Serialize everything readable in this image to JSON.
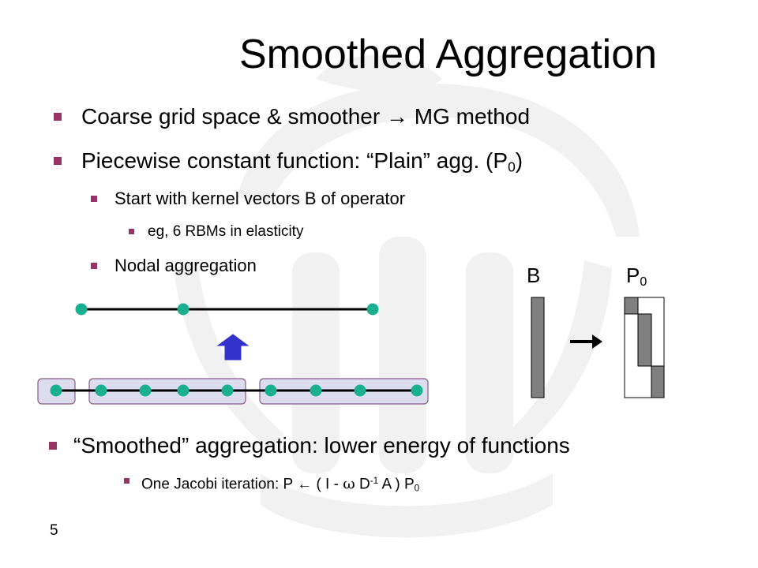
{
  "slide": {
    "title": "Smoothed Aggregation",
    "page_number": "5",
    "bullets": {
      "b1_text": "Coarse grid space & smoother",
      "b1_arrow": "→",
      "b1_tail": "MG method",
      "b2_text": "Piecewise constant function: “Plain” agg. (P",
      "b2_sub": "0",
      "b2_tail": ")",
      "b2a": "Start with kernel vectors B of operator",
      "b2a_i": "eg, 6 RBMs in elasticity",
      "b2b": "Nodal aggregation",
      "b3": "“Smoothed” aggregation: lower energy of functions",
      "b3a_pre": "One Jacobi iteration: P",
      "b3a_arrow": "←",
      "b3a_mid": "( I -",
      "b3a_omega": "ω",
      "b3a_d": "D",
      "b3a_sup": "-1",
      "b3a_post": "A ) P",
      "b3a_sub": "0"
    },
    "diagram": {
      "label_B": "B",
      "label_P": "P",
      "label_P_sub": "0"
    },
    "colors": {
      "bullet": "#993366",
      "node": "#1aaf8f",
      "aggregate_fill": "#dcdcef",
      "aggregate_border": "#8a5a8a",
      "up_arrow": "#3333cc",
      "matrix_fill": "#808080",
      "watermark": "#f1f1f1"
    },
    "icons": {
      "bullet": "square-bullet-icon",
      "restriction_arrow": "up-arrow-icon",
      "map_arrow": "right-arrow-icon"
    }
  }
}
